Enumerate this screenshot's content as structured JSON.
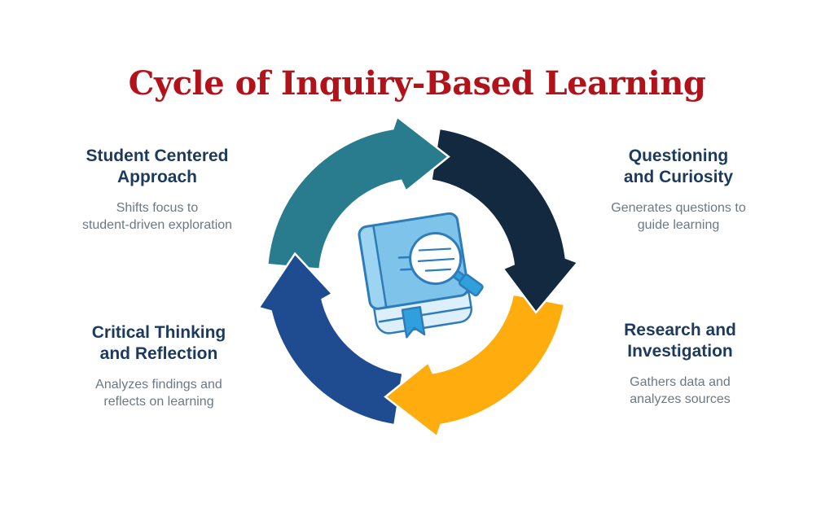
{
  "title": "Cycle of Inquiry-Based Learning",
  "colors": {
    "title": "#B2131A",
    "heading": "#1C3A5E",
    "description": "#6C7883",
    "background": "#FFFFFF"
  },
  "cycle": {
    "direction": "clockwise",
    "segments": [
      {
        "name": "arc-student-centered",
        "position": "top-left",
        "color": "#287C8D"
      },
      {
        "name": "arc-questioning",
        "position": "top-right",
        "color": "#132940"
      },
      {
        "name": "arc-research",
        "position": "bottom-right",
        "color": "#FFAD0E"
      },
      {
        "name": "arc-critical-thinking",
        "position": "bottom-left",
        "color": "#1F4B91"
      }
    ],
    "icon": {
      "name": "book-with-magnifier-icon",
      "cover": "#7EC3EA",
      "spine": "#9CD4F1",
      "pages": "#DDEFFA",
      "accent": "#2F9FDD",
      "outline": "#2E7CB8",
      "lens": "#FFFFFF"
    }
  },
  "steps": [
    {
      "position": "top-left",
      "heading_line1": "Student Centered",
      "heading_line2": "Approach",
      "desc_line1": "Shifts focus to",
      "desc_line2": "student-driven exploration"
    },
    {
      "position": "top-right",
      "heading_line1": "Questioning",
      "heading_line2": "and Curiosity",
      "desc_line1": "Generates questions to",
      "desc_line2": "guide learning"
    },
    {
      "position": "bottom-right",
      "heading_line1": "Research and",
      "heading_line2": "Investigation",
      "desc_line1": "Gathers data and",
      "desc_line2": "analyzes sources"
    },
    {
      "position": "bottom-left",
      "heading_line1": "Critical Thinking",
      "heading_line2": "and Reflection",
      "desc_line1": "Analyzes findings and",
      "desc_line2": "reflects on learning"
    }
  ]
}
